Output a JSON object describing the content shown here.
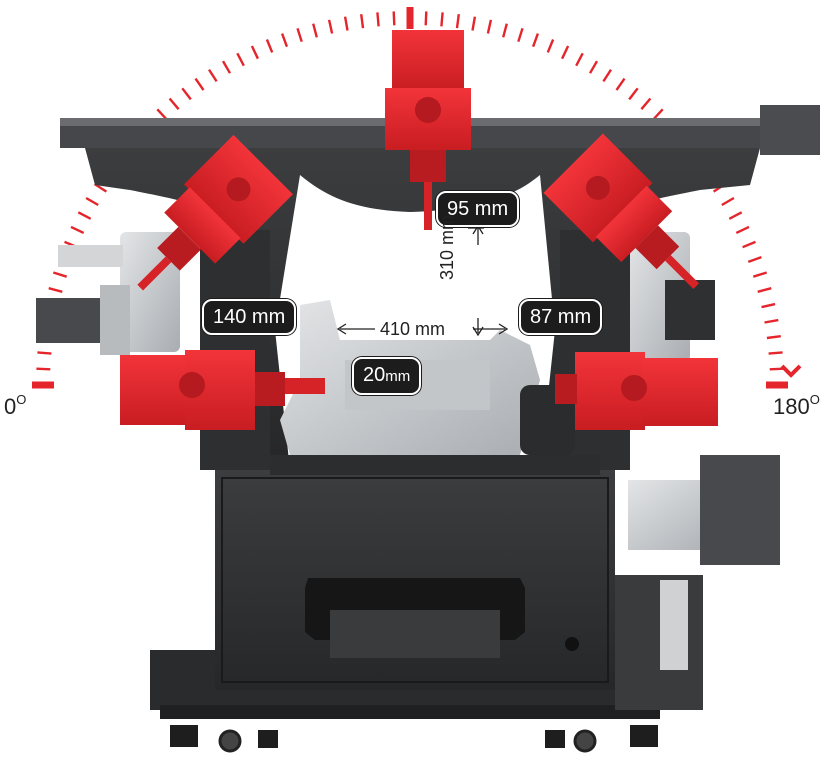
{
  "colors": {
    "accent": "#e4262c",
    "machine_dark": "#333436",
    "machine_darker": "#232425",
    "steel": "#b9bcbf",
    "steel_light": "#d9dbdd",
    "callout_bg": "#1c1c1c"
  },
  "angle_scale": {
    "start_value": "0",
    "start_unit": "O",
    "end_value": "180",
    "end_unit": "O"
  },
  "callouts": {
    "top": "95 mm",
    "left": "140 mm",
    "right": "87 mm",
    "center": "20",
    "center_unit": "mm"
  },
  "dimensions": {
    "horizontal": "410 mm",
    "vertical": "310 mm"
  }
}
